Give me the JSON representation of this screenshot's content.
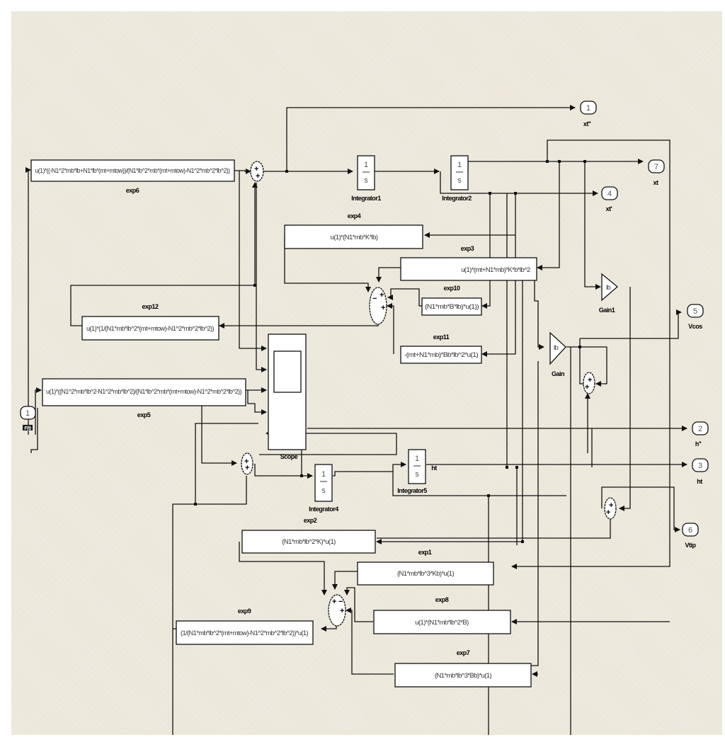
{
  "title": "Simulink block diagram",
  "fcn_blocks": [
    {
      "id": "exp6",
      "name": "exp6",
      "expr": "u(1)*((-N1^2*mb*lb+N1*lb*(mt+mtow))/(N1*lb^2*mb*(mt+mtow)-N1^2*mb^2*lb^2))"
    },
    {
      "id": "exp4",
      "name": "exp4",
      "expr": "u(1)*(N1*mb*K*lb)"
    },
    {
      "id": "exp3",
      "name": "exp3",
      "expr": "u(1)*(mt+N1*mb)*K*b*lb^2"
    },
    {
      "id": "exp10",
      "name": "exp10",
      "expr": "(N1*mb*B*lb)*u(1))"
    },
    {
      "id": "exp11",
      "name": "exp11",
      "expr": "-(mt+N1*mb)*Bb*lb^2*u(1)"
    },
    {
      "id": "exp12",
      "name": "exp12",
      "expr": "u(1)*(1/(N1*mb*lb^2*(mt+mtow)-N1^2*mb^2*lb^2))"
    },
    {
      "id": "exp5",
      "name": "exp5",
      "expr": "u(1)*((N1^2*mb*lb^2-N1^2*mb*lb^2)/(N1*lb^2*mb*(mt+mtow)-N1^2*mb^2*lb^2))"
    },
    {
      "id": "exp2",
      "name": "exp2",
      "expr": "(N1*mb*lb^2*K)*u(1)"
    },
    {
      "id": "exp1",
      "name": "exp1",
      "expr": "(N1*mb*lb^3*Kb)*u(1)"
    },
    {
      "id": "exp8",
      "name": "exp8",
      "expr": "u(1)*(N1*mb*lb^2*B)"
    },
    {
      "id": "exp9",
      "name": "exp9",
      "expr": "(1/(N1*mb*lb^2*(mt+mtow)-N1^2*mb^2*lb^2))*u(1)"
    },
    {
      "id": "exp7",
      "name": "exp7",
      "expr": "(N1*mb*lb^3*Bb)*u(1)"
    }
  ],
  "integrators": [
    {
      "id": "Integrator1",
      "name": "Integrator1",
      "num": "1",
      "den": "s"
    },
    {
      "id": "Integrator2",
      "name": "Integrator2",
      "num": "1",
      "den": "s"
    },
    {
      "id": "Integrator4",
      "name": "Integrator4",
      "num": "1",
      "den": "s"
    },
    {
      "id": "Integrator5",
      "name": "Integrator5",
      "num": "1",
      "den": "s",
      "out_label": "ht"
    }
  ],
  "gains": [
    {
      "id": "Gain1",
      "name": "Gain1",
      "value": "lb"
    },
    {
      "id": "Gain",
      "name": "Gain",
      "value": "lb"
    }
  ],
  "outports": [
    {
      "num": "1",
      "name": "xt''"
    },
    {
      "num": "7",
      "name": "xt"
    },
    {
      "num": "4",
      "name": "xt'"
    },
    {
      "num": "5",
      "name": "Vcos"
    },
    {
      "num": "2",
      "name": "h''"
    },
    {
      "num": "3",
      "name": "ht"
    },
    {
      "num": "6",
      "name": "Vtip"
    }
  ],
  "inport": {
    "num": "1",
    "name": "F(t)"
  },
  "scope": {
    "name": "Scope"
  },
  "sums": [
    {
      "id": "sum_top",
      "signs": "++"
    },
    {
      "id": "sum_mid",
      "signs": "-+-+"
    },
    {
      "id": "sum_left",
      "signs": "++"
    },
    {
      "id": "sum_vcos",
      "signs": "++"
    },
    {
      "id": "sum_vtip",
      "signs": "++"
    },
    {
      "id": "sum_bottom",
      "signs": "+-+-+"
    }
  ]
}
